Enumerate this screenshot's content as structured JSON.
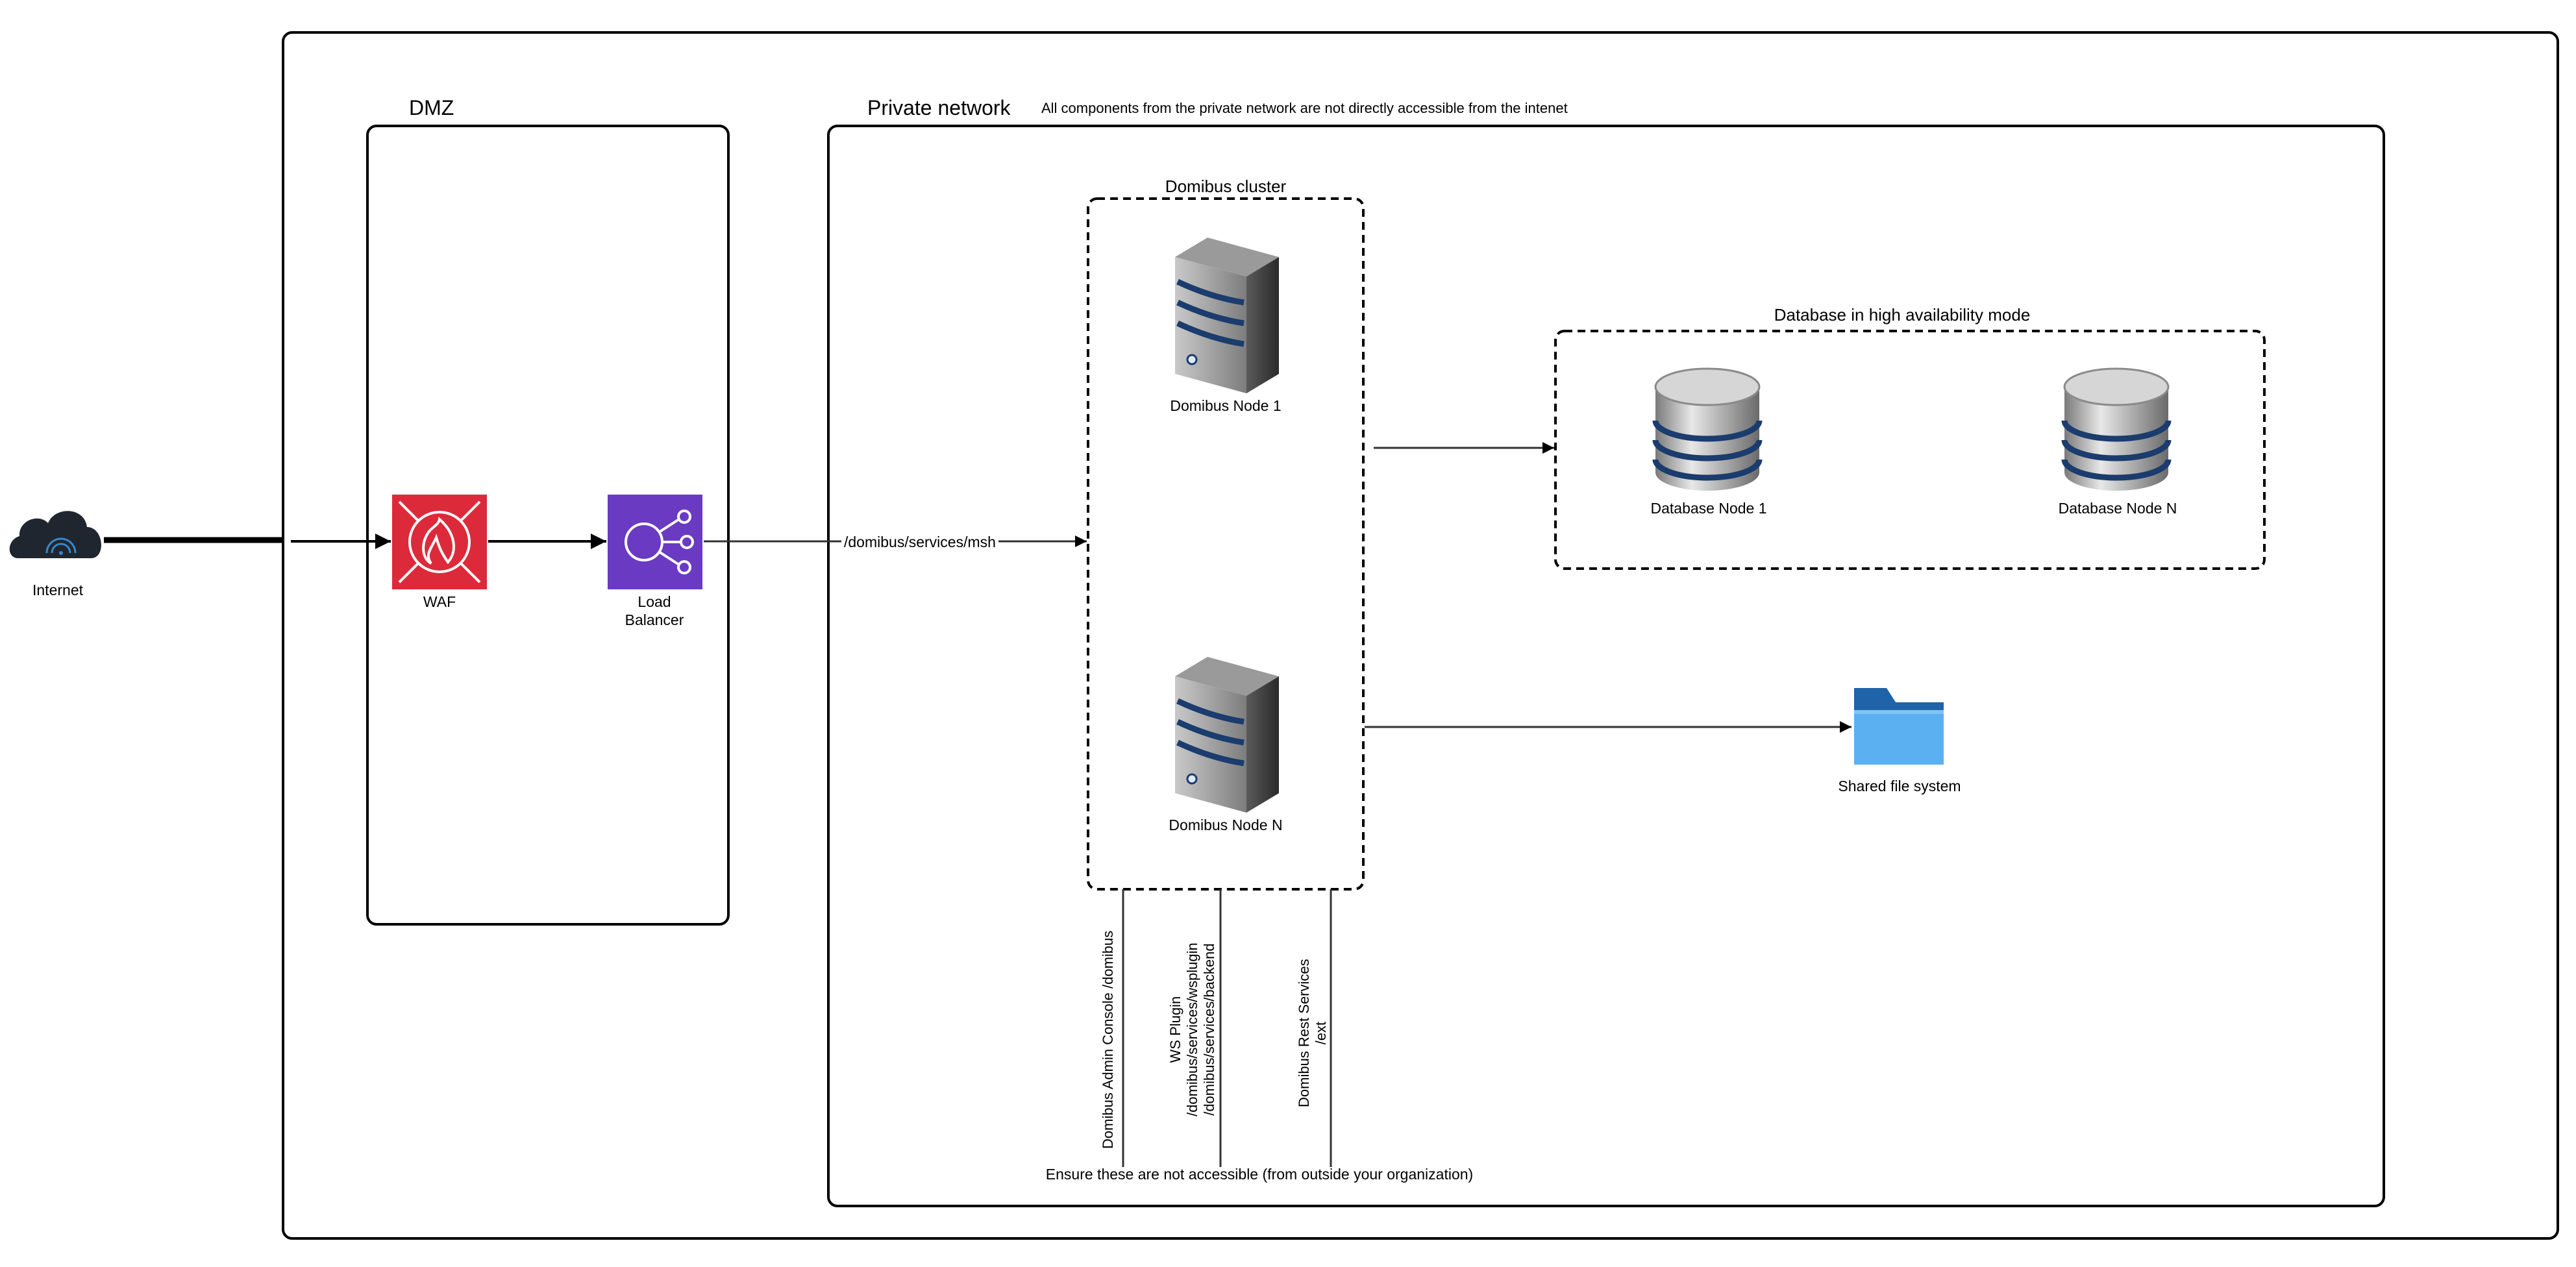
{
  "internet": {
    "label": "Internet"
  },
  "dmz": {
    "title": "DMZ",
    "waf_label": "WAF",
    "lb_label_line1": "Load",
    "lb_label_line2": "Balancer"
  },
  "private_network": {
    "title": "Private network",
    "note": "All components from the private network are not directly accessible from the intenet",
    "ingress_path": "/domibus/services/msh",
    "footer_note": "Ensure these are not accessible (from outside your organization)"
  },
  "cluster": {
    "title": "Domibus cluster",
    "node1_label": "Domibus Node 1",
    "nodeN_label": "Domibus Node N",
    "endpoints": [
      {
        "line1": "Domibus Admin Console /domibus"
      },
      {
        "line1": "WS Plugin",
        "line2": "/domibus/services/wsplugin",
        "line3": "/domibus/services/backend"
      },
      {
        "line1": "Domibus Rest Services",
        "line2": "/ext"
      }
    ]
  },
  "database": {
    "title": "Database in high availability mode",
    "node1_label": "Database Node 1",
    "nodeN_label": "Database Node N"
  },
  "storage": {
    "label": "Shared file system"
  },
  "colors": {
    "waf": "#dd2a3a",
    "load_balancer": "#6a3ac2",
    "folder": "#3d9ce8",
    "server": "#3b3b3b",
    "db_band": "#1a3c6e"
  }
}
